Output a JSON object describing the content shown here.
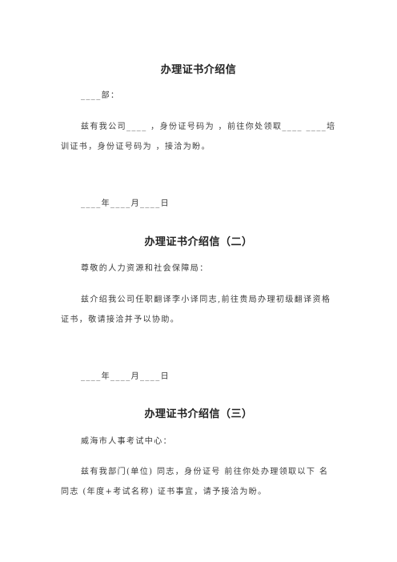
{
  "section1": {
    "title": "办理证书介绍信",
    "salutation": "____部：",
    "body_line1": "兹有我公司____ ，身份证号码为 ，前往你处领取____ ____培",
    "body_line2": "训证书，身份证号码为 ，接洽为盼。",
    "date": "____年____月____日"
  },
  "section2": {
    "title": "办理证书介绍信（二）",
    "salutation": "尊敬的人力资源和社会保障局：",
    "body_line1": "兹介绍我公司任职翻译李小译同志,前往贵局办理初级翻译资格",
    "body_line2": "证书，敬请接洽并予以协助。",
    "date": "____年____月____日"
  },
  "section3": {
    "title": "办理证书介绍信（三）",
    "salutation": "威海市人事考试中心：",
    "body_line1": "兹有我部门(单位) 同志，身份证号 前往你处办理领取以下 名",
    "body_line2": "同志 (年度+考试名称) 证书事宜，请予接洽为盼。"
  }
}
